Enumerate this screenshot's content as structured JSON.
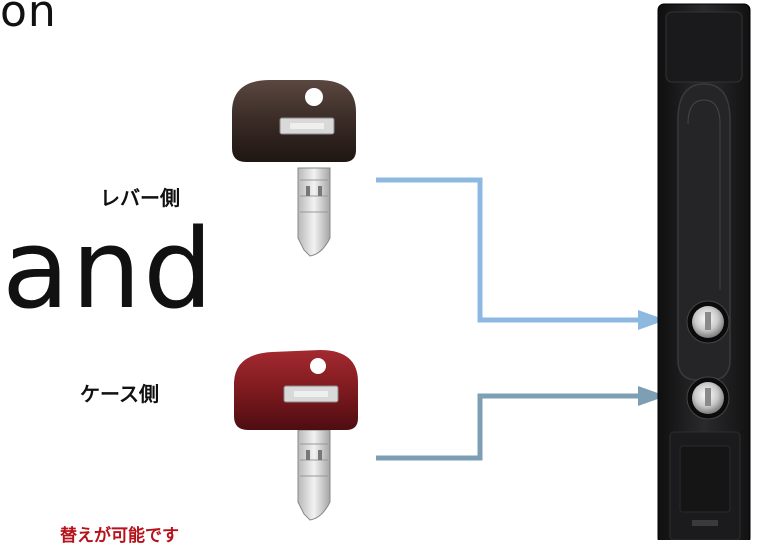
{
  "top_partial_word": "on",
  "labels": {
    "lever_side": "レバー側",
    "case_side": "ケース側"
  },
  "big_word": "and",
  "note": "替えが可能です",
  "colors": {
    "arrow_upper": "#8db8e0",
    "arrow_lower": "#7c9fb3",
    "key_upper": "#3a2b26",
    "key_lower": "#7e1a1f",
    "handle": "#1d1d1f",
    "note_text": "#b5121b"
  },
  "icons": {
    "upper_key": "key-icon",
    "lower_key": "key-icon",
    "handle": "lock-handle-icon"
  }
}
